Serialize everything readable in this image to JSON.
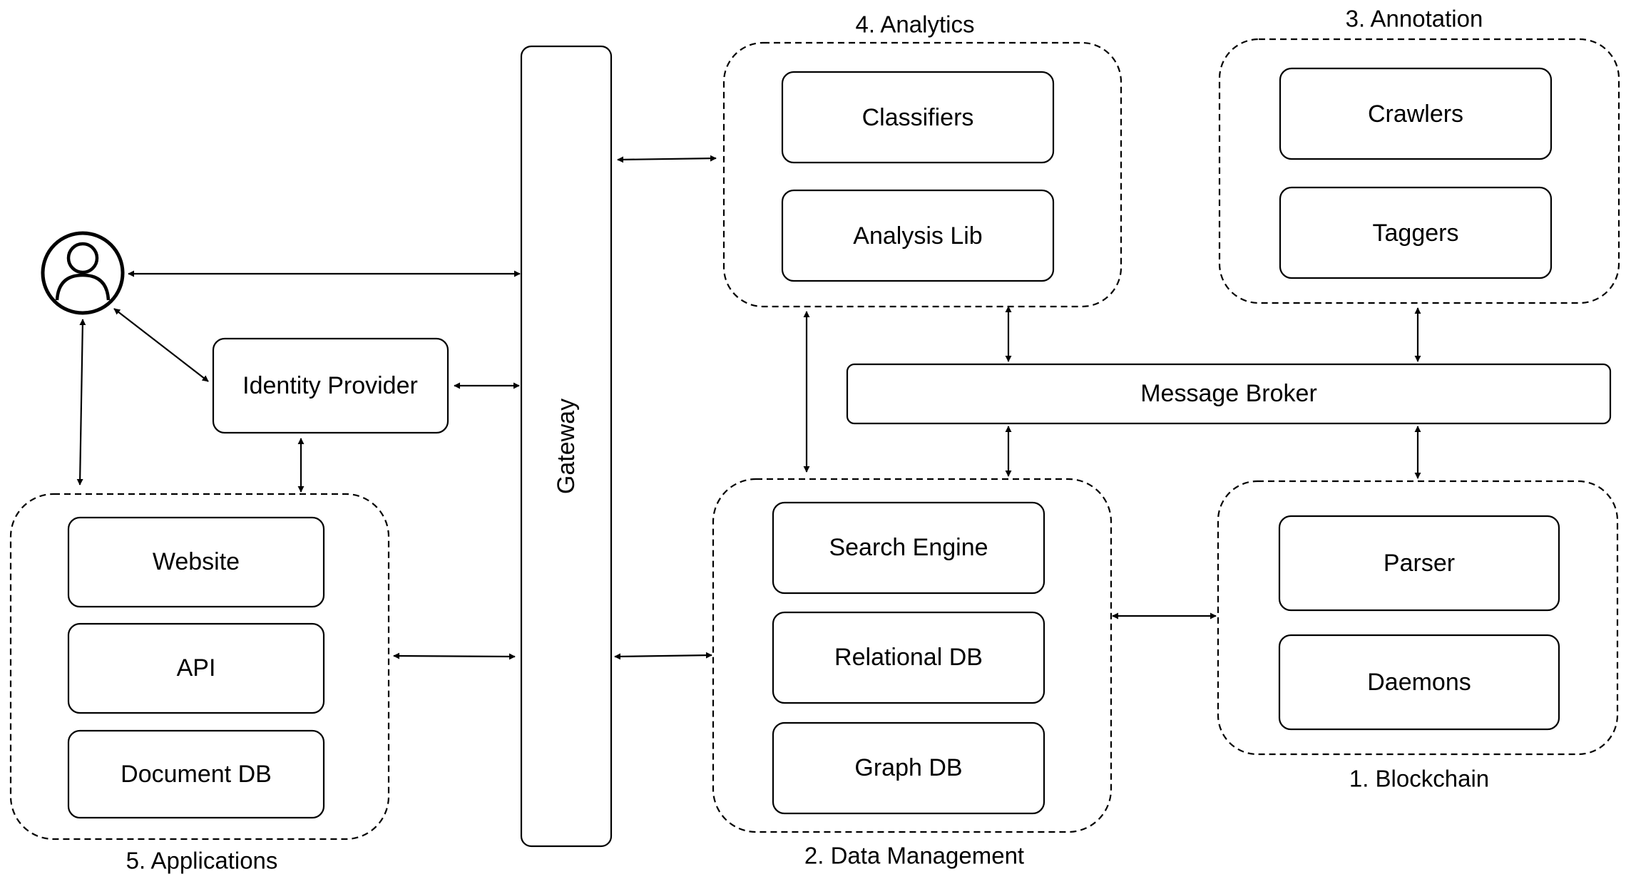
{
  "groups": {
    "analytics": "4. Analytics",
    "annotation": "3. Annotation",
    "data_management": "2. Data Management",
    "blockchain": "1. Blockchain",
    "applications": "5. Applications"
  },
  "nodes": {
    "classifiers": "Classifiers",
    "analysis_lib": "Analysis Lib",
    "crawlers": "Crawlers",
    "taggers": "Taggers",
    "message_broker": "Message Broker",
    "search_engine": "Search Engine",
    "relational_db": "Relational DB",
    "graph_db": "Graph DB",
    "parser": "Parser",
    "daemons": "Daemons",
    "identity_provider": "Identity Provider",
    "gateway": "Gateway",
    "website": "Website",
    "api": "API",
    "document_db": "Document DB"
  },
  "icons": {
    "user": "user-icon"
  }
}
